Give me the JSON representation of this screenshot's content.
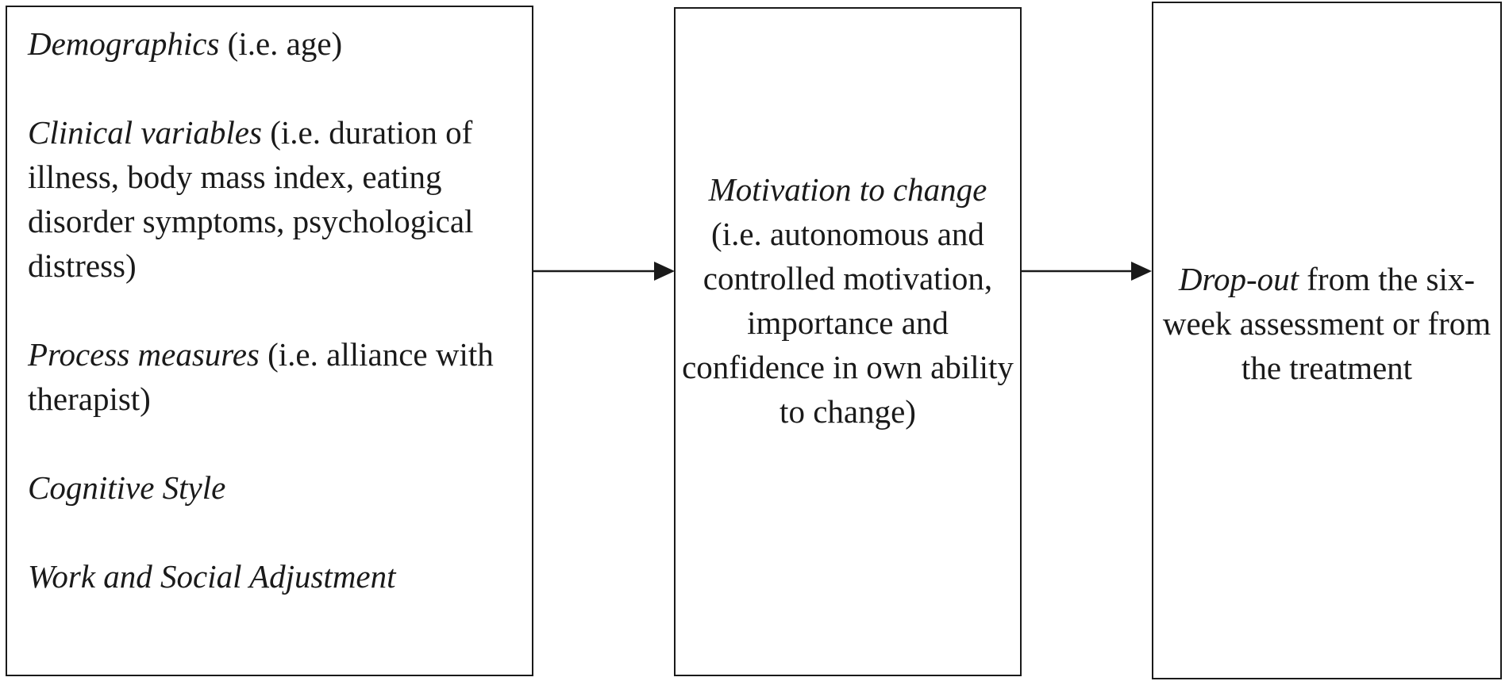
{
  "predictors": {
    "demographics": {
      "term": "Demographics",
      "detail": " (i.e. age)"
    },
    "clinical": {
      "term": "Clinical variables",
      "detail": " (i.e. duration of illness, body mass index, eating disorder symptoms, psychological distress)"
    },
    "process": {
      "term": "Process measures",
      "detail": " (i.e. alliance with therapist)"
    },
    "cognitive": {
      "term": "Cognitive Style"
    },
    "work": {
      "term": "Work and Social Adjustment"
    }
  },
  "mediator": {
    "term": "Motivation to change",
    "detail": "(i.e. autonomous and controlled motivation, importance and confidence in own ability to change)"
  },
  "outcome": {
    "term": "Drop-out",
    "detail": " from the six-week assessment or from the treatment"
  }
}
